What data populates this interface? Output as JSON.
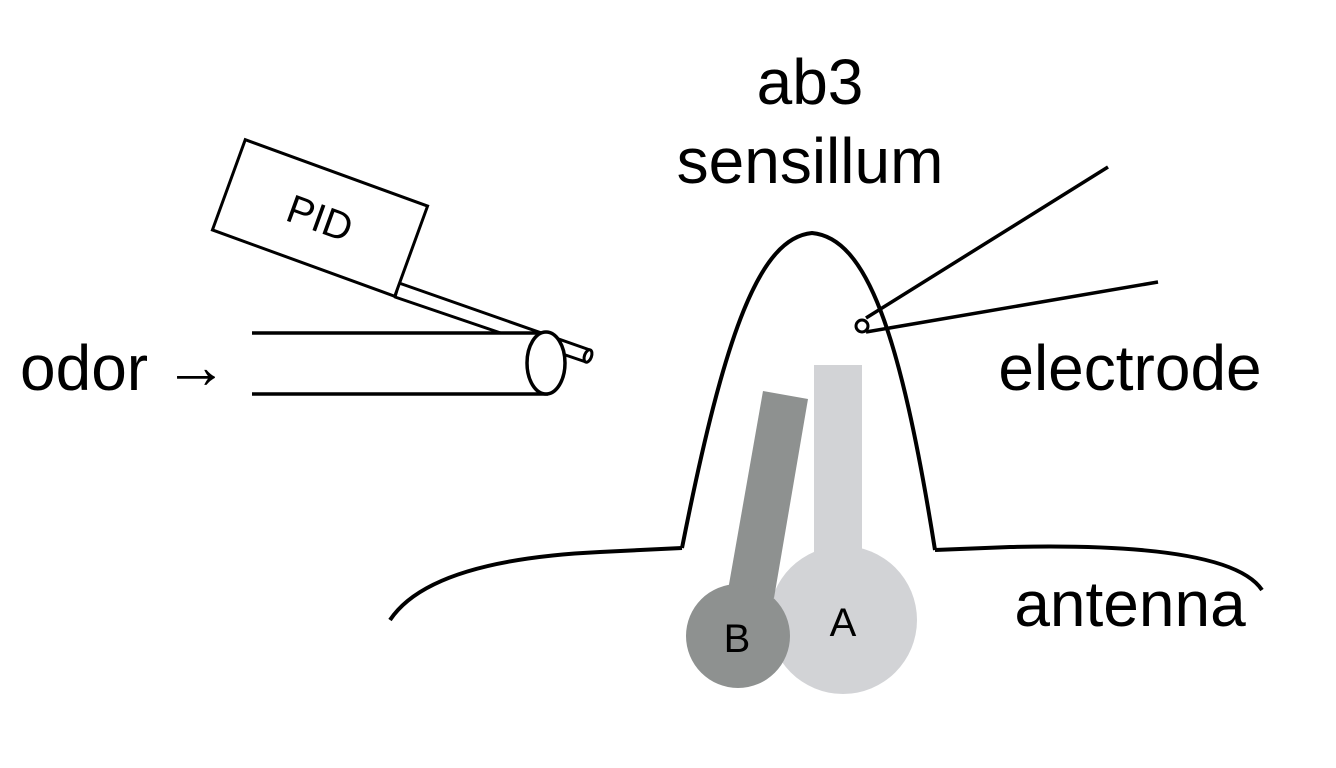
{
  "labels": {
    "title_line1": "ab3",
    "title_line2": "sensillum",
    "pid": "PID",
    "odor": "odor",
    "odor_arrow": "→",
    "electrode": "electrode",
    "antenna": "antenna",
    "neuron_a": "A",
    "neuron_b": "B"
  },
  "colors": {
    "stroke": "#000000",
    "neuron_a": "#d2d3d6",
    "neuron_b": "#8e9190",
    "background": "#ffffff"
  }
}
